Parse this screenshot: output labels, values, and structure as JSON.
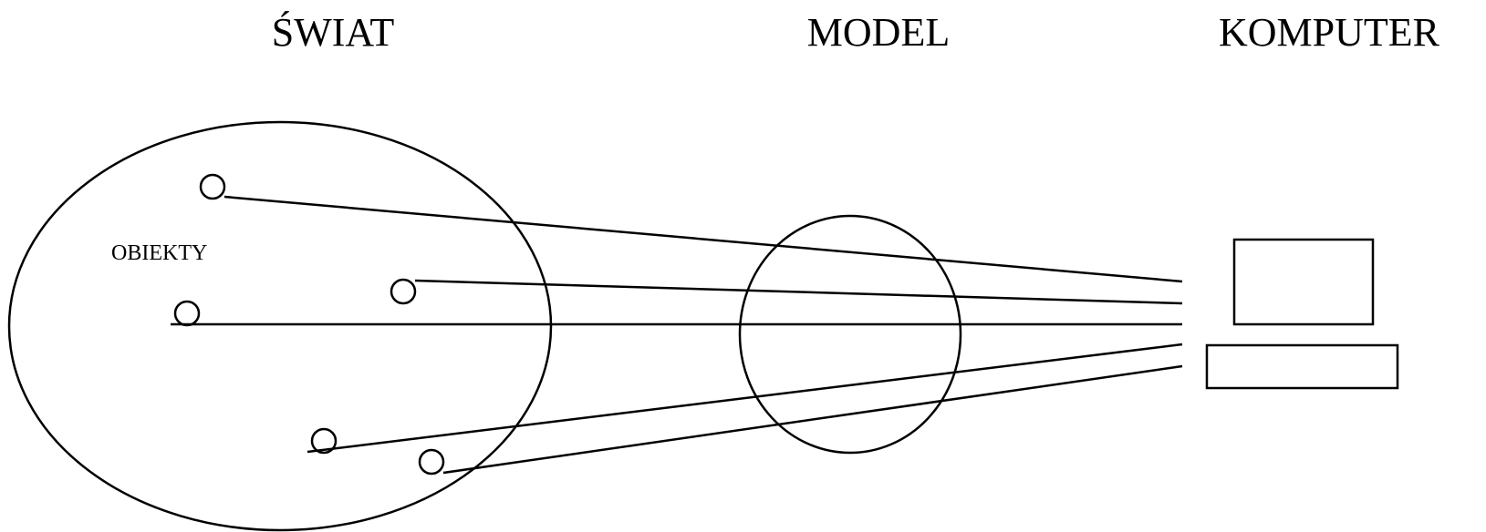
{
  "headings": {
    "world": "ŚWIAT",
    "model": "MODEL",
    "computer": "KOMPUTER"
  },
  "world": {
    "label": "OBIEKTY"
  },
  "colors": {
    "ink": "#000000",
    "background": "#ffffff"
  }
}
